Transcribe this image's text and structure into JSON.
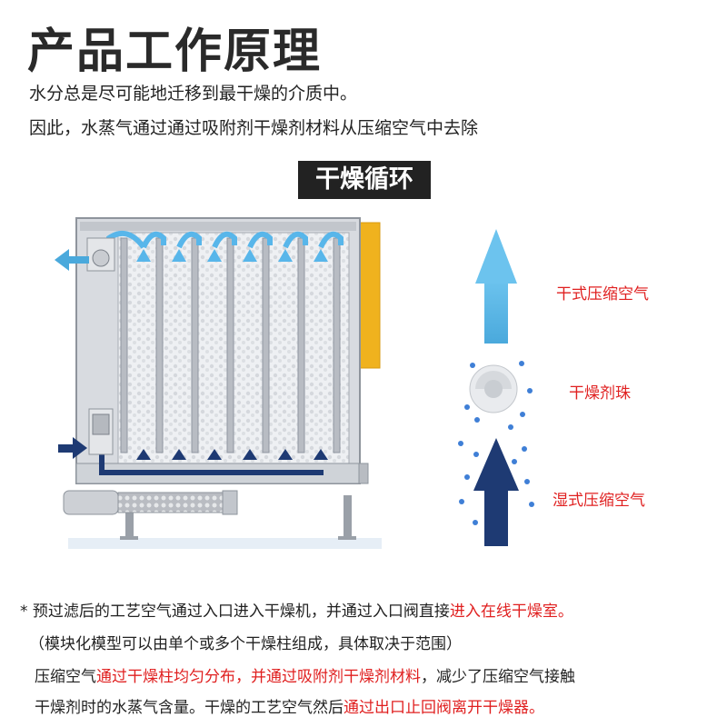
{
  "header": {
    "title": "产品工作原理",
    "line1": "水分总是尽可能地迁移到最干燥的介质中。",
    "line2": "因此，水蒸气通过通过吸附剂干燥剂材料从压缩空气中去除"
  },
  "section": {
    "tag": "干燥循环"
  },
  "legend": {
    "dry_air": "干式压缩空气",
    "bead": "干燥剂珠",
    "wet_air": "湿式压缩空气"
  },
  "notes": {
    "n1_prefix": "* 预过滤后的工艺空气通过入口进入干燥机，并通过入口阀直接",
    "n1_red": "进入在线干燥室。",
    "n2": "（模块化模型可以由单个或多个干燥柱组成，具体取决于范围）",
    "n3_a": "压缩空气",
    "n3_red1": "通过干燥柱均匀分布，并通过吸附剂干燥剂材料",
    "n3_b": "，减少了压缩空气接触",
    "n4_a": "干燥剂时的水蒸气含量。干燥的工艺空气然后",
    "n4_red": "通过出口止回阀离开干燥器。"
  },
  "colors": {
    "highlight": "#e02020",
    "dry_arrow": "#5bb8e6",
    "wet_arrow": "#1e3a73",
    "housing": "#c8ccd2",
    "cap": "#f0b21e"
  }
}
